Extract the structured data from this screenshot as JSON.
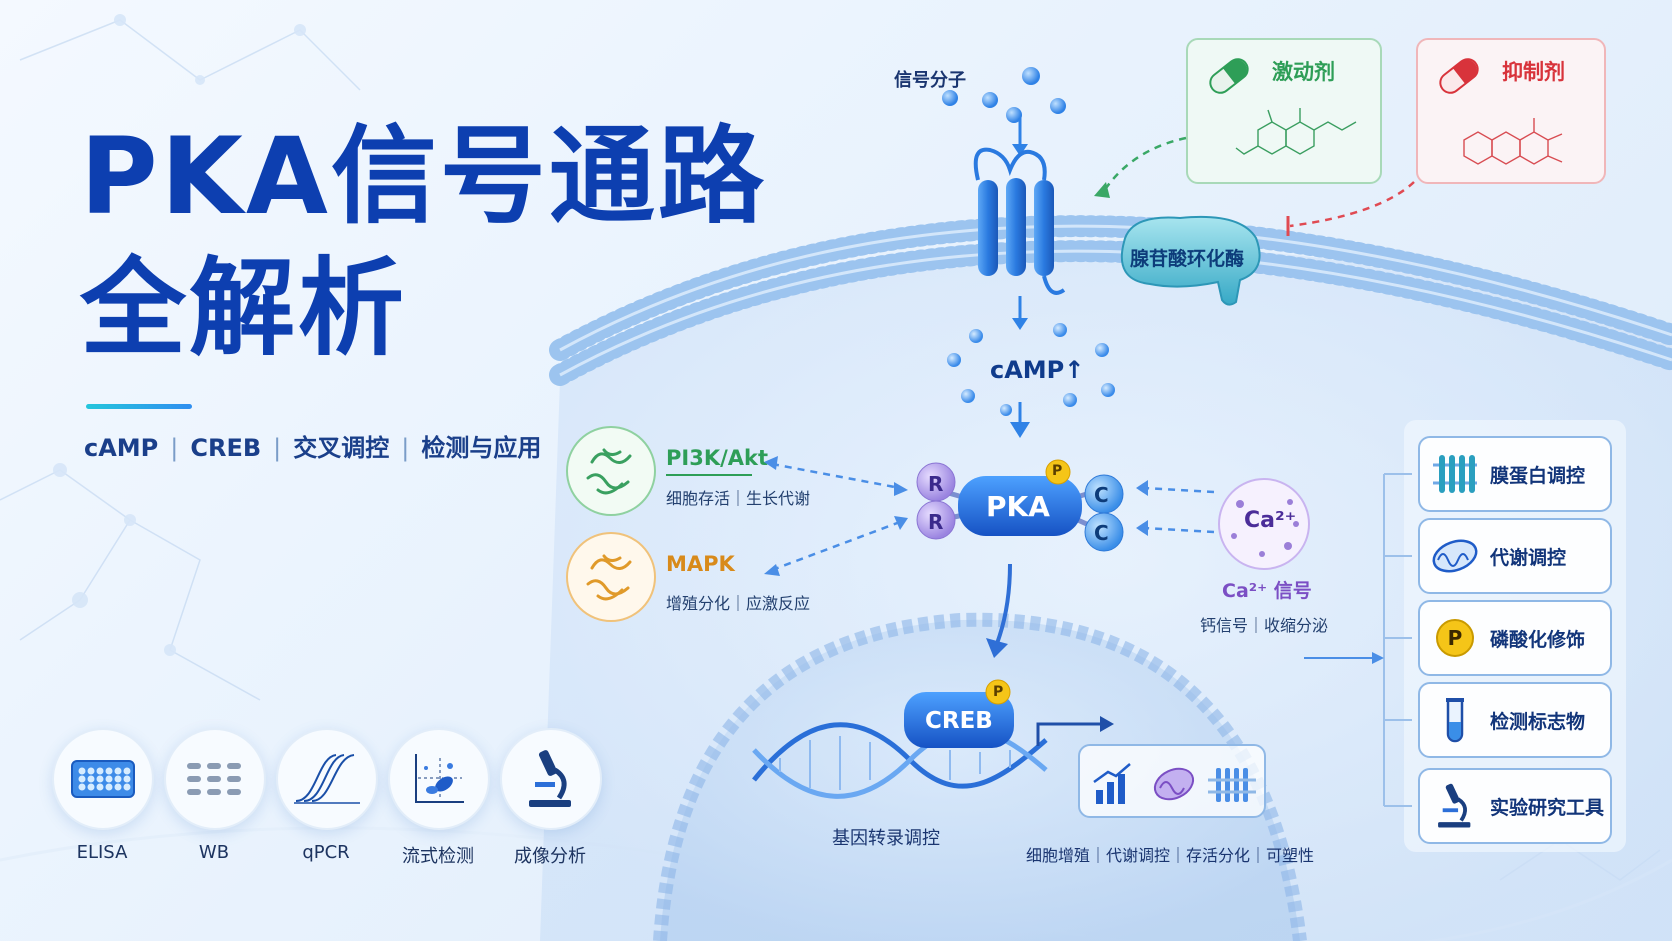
{
  "title": {
    "line1": "PKA信号通路",
    "line2": "全解析"
  },
  "subtitle": {
    "items": [
      "cAMP",
      "CREB",
      "交叉调控",
      "检测与应用"
    ],
    "separator": "|"
  },
  "diagram": {
    "signal_molecule": "信号分子",
    "agonist": "激动剂",
    "inhibitor": "抑制剂",
    "adenylyl_cyclase": "腺苷酸环化酶",
    "camp": "cAMP↑",
    "pka": "PKA",
    "regulatory_subunit": "R",
    "catalytic_subunit": "C",
    "phospho": "P",
    "creb": "CREB",
    "gene_transcription": "基因转录调控",
    "outcomes": "细胞增殖｜代谢调控｜存活分化｜可塑性",
    "pi3k": {
      "name": "PI3K/Akt",
      "desc": "细胞存活｜生长代谢"
    },
    "mapk": {
      "name": "MAPK",
      "desc": "增殖分化｜应激反应"
    },
    "calcium": {
      "badge": "Ca²⁺",
      "name": "Ca²⁺ 信号",
      "desc": "钙信号｜收缩分泌"
    }
  },
  "regulation": [
    {
      "label": "膜蛋白调控",
      "icon": "membrane-protein-icon"
    },
    {
      "label": "代谢调控",
      "icon": "mitochondria-icon"
    },
    {
      "label": "磷酸化修饰",
      "icon": "phospho-icon"
    },
    {
      "label": "检测标志物",
      "icon": "test-tube-icon"
    },
    {
      "label": "实验研究工具",
      "icon": "microscope-icon"
    }
  ],
  "methods": [
    {
      "label": "ELISA",
      "icon": "elisa-plate-icon"
    },
    {
      "label": "WB",
      "icon": "western-blot-icon"
    },
    {
      "label": "qPCR",
      "icon": "qpcr-curve-icon"
    },
    {
      "label": "流式检测",
      "icon": "flow-cytometry-icon"
    },
    {
      "label": "成像分析",
      "icon": "microscope-icon"
    }
  ],
  "colors": {
    "title": "#0d3fb0",
    "pka": "#1f6fe0",
    "agonist": "#2e9e57",
    "inhibitor": "#d8333b",
    "phospho": "#f5c518",
    "mapk": "#d88a1a",
    "calcium": "#7b4fc4"
  }
}
